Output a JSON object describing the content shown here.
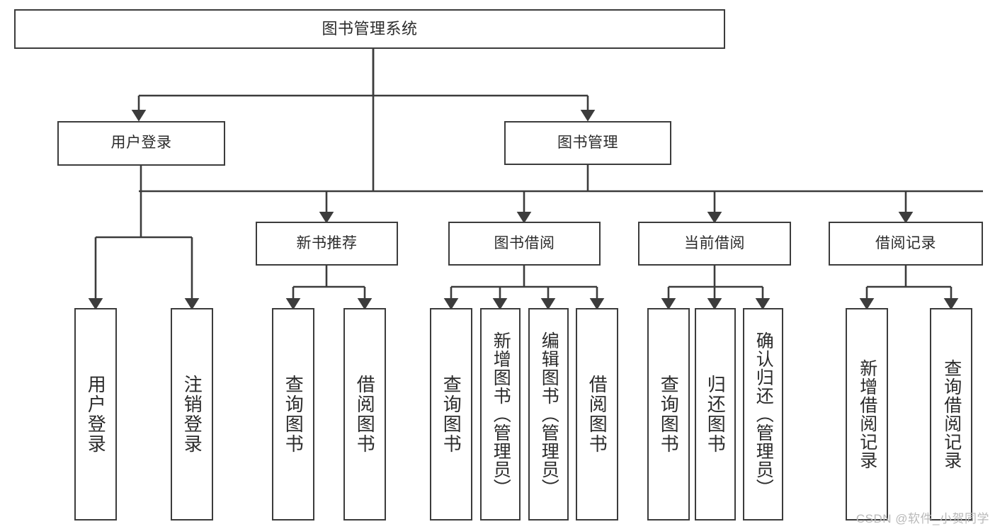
{
  "diagram": {
    "title": "图书管理系统",
    "type": "tree-hierarchy",
    "colors": {
      "border": "#3c3c3c",
      "fill": "#ffffff",
      "text": "#2b2b2b",
      "background": "#ffffff",
      "watermark": "#b9b9b9"
    },
    "levels": {
      "root": "图书管理系统",
      "level2": [
        "用户登录",
        "图书管理"
      ],
      "level3": [
        "新书推荐",
        "图书借阅",
        "当前借阅",
        "借阅记录"
      ]
    },
    "nodes": {
      "root": {
        "label": "图书管理系统"
      },
      "user_login": {
        "label": "用户登录"
      },
      "book_manage": {
        "label": "图书管理"
      },
      "new_book_rec": {
        "label": "新书推荐"
      },
      "book_borrow": {
        "label": "图书借阅"
      },
      "current_borrow": {
        "label": "当前借阅"
      },
      "borrow_record": {
        "label": "借阅记录"
      },
      "leaf_user_login": {
        "label": "用户登录"
      },
      "leaf_logout": {
        "label": "注销登录"
      },
      "leaf_query_book_a": {
        "label": "查询图书"
      },
      "leaf_borrow_book_a": {
        "label": "借阅图书"
      },
      "leaf_query_book_b": {
        "label": "查询图书"
      },
      "leaf_add_book": {
        "label": "新增图书（管理员）"
      },
      "leaf_edit_book": {
        "label": "编辑图书（管理员）"
      },
      "leaf_borrow_book_b": {
        "label": "借阅图书"
      },
      "leaf_query_book_c": {
        "label": "查询图书"
      },
      "leaf_return_book": {
        "label": "归还图书"
      },
      "leaf_confirm_return": {
        "label": "确认归还（管理员）"
      },
      "leaf_add_record": {
        "label": "新增借阅记录"
      },
      "leaf_query_record": {
        "label": "查询借阅记录"
      }
    },
    "watermark": "CSDN @软件_小贺同学"
  }
}
